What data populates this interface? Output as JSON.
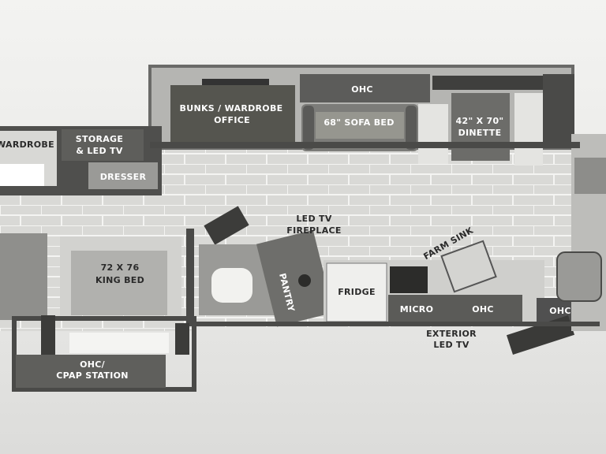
{
  "labels": {
    "bunks_wardrobe": "BUNKS / WARDROBE",
    "office": "OFFICE",
    "ohc_top": "OHC",
    "sofa_bed": "68\" SOFA BED",
    "dinette_size": "42\" X 70\"",
    "dinette": "DINETTE",
    "wardrobe": "WARDROBE",
    "storage": "STORAGE",
    "led_tv_top": "& LED TV",
    "dresser": "DRESSER",
    "led_tv": "LED TV",
    "fireplace": "FIREPLACE",
    "farm_sink": "FARM SINK",
    "bed_size": "72 X 76",
    "king_bed": "KING BED",
    "pantry": "PANTRY",
    "fridge": "FRIDGE",
    "micro": "MICRO",
    "ohc_kitchen": "OHC",
    "ohc_right": "OHC",
    "exterior": "EXTERIOR",
    "exterior_led_tv": "LED TV",
    "ohc_bed": "OHC/",
    "cpap_station": "CPAP STATION"
  },
  "colors": {
    "wall": "#4a4a48",
    "floor_tile": "#d9d9d6",
    "grout": "#f4f4f2",
    "cabinet": "#5a5a58"
  }
}
